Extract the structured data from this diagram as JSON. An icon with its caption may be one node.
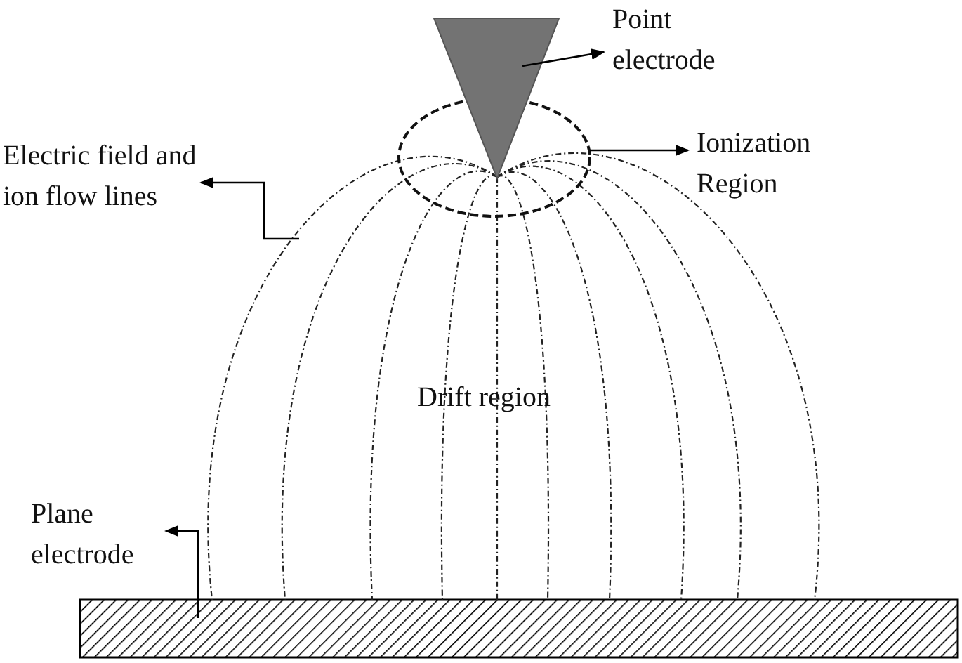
{
  "diagram": {
    "nodes": [
      {
        "text": [
          "Point electrode"
        ]
      },
      {
        "text": [
          "Ionization Region"
        ]
      },
      {
        "text": [
          "Electric field and ion flow lines"
        ]
      },
      {
        "text": [
          "Plane electrode"
        ]
      },
      {
        "text": [],
        "shape": "triangle"
      },
      {
        "text": [],
        "shape": "ellipse"
      },
      {
        "text": [],
        "shape": "line"
      },
      {
        "text": [],
        "shape": "bar"
      }
    ],
    "edges": [
      {
        "from": 4,
        "to": 0,
        "arrow": "to"
      },
      {
        "from": 5,
        "to": 1,
        "arrow": "to"
      },
      {
        "from": 6,
        "to": 2,
        "arrow": "to"
      },
      {
        "from": 7,
        "to": 3,
        "arrow": "to"
      }
    ],
    "labels": [
      "Drift region"
    ]
  }
}
